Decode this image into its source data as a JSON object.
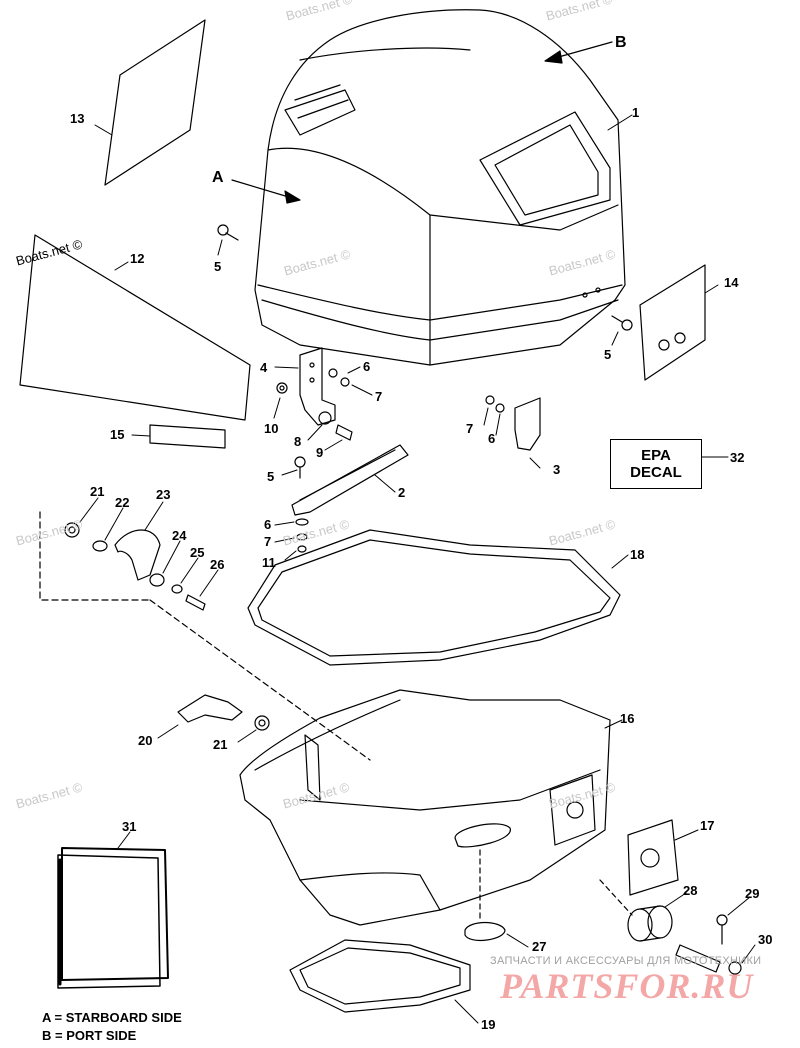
{
  "callouts": {
    "c1": "1",
    "c2": "2",
    "c3": "3",
    "c4": "4",
    "c5a": "5",
    "c5b": "5",
    "c5c": "5",
    "c6a": "6",
    "c6b": "6",
    "c6c": "6",
    "c7a": "7",
    "c7b": "7",
    "c7c": "7",
    "c8": "8",
    "c9": "9",
    "c10": "10",
    "c11": "11",
    "c12": "12",
    "c13": "13",
    "c14": "14",
    "c15": "15",
    "c16": "16",
    "c17": "17",
    "c18": "18",
    "c19": "19",
    "c20": "20",
    "c21a": "21",
    "c21b": "21",
    "c22": "22",
    "c23": "23",
    "c24": "24",
    "c25": "25",
    "c26": "26",
    "c27": "27",
    "c28": "28",
    "c29": "29",
    "c30": "30",
    "c31": "31",
    "c32": "32",
    "cA": "A",
    "cB": "B"
  },
  "epa_decal": {
    "line1": "EPA",
    "line2": "DECAL"
  },
  "legend": {
    "a": "A = STARBOARD SIDE",
    "b": "B = PORT SIDE"
  },
  "watermark": "Boats.net ©",
  "shop": {
    "subtitle": "ЗАПЧАСТИ И АКСЕССУАРЫ ДЛЯ МОТОТЕХНИКИ",
    "logo": "PARTSFOR.RU"
  }
}
